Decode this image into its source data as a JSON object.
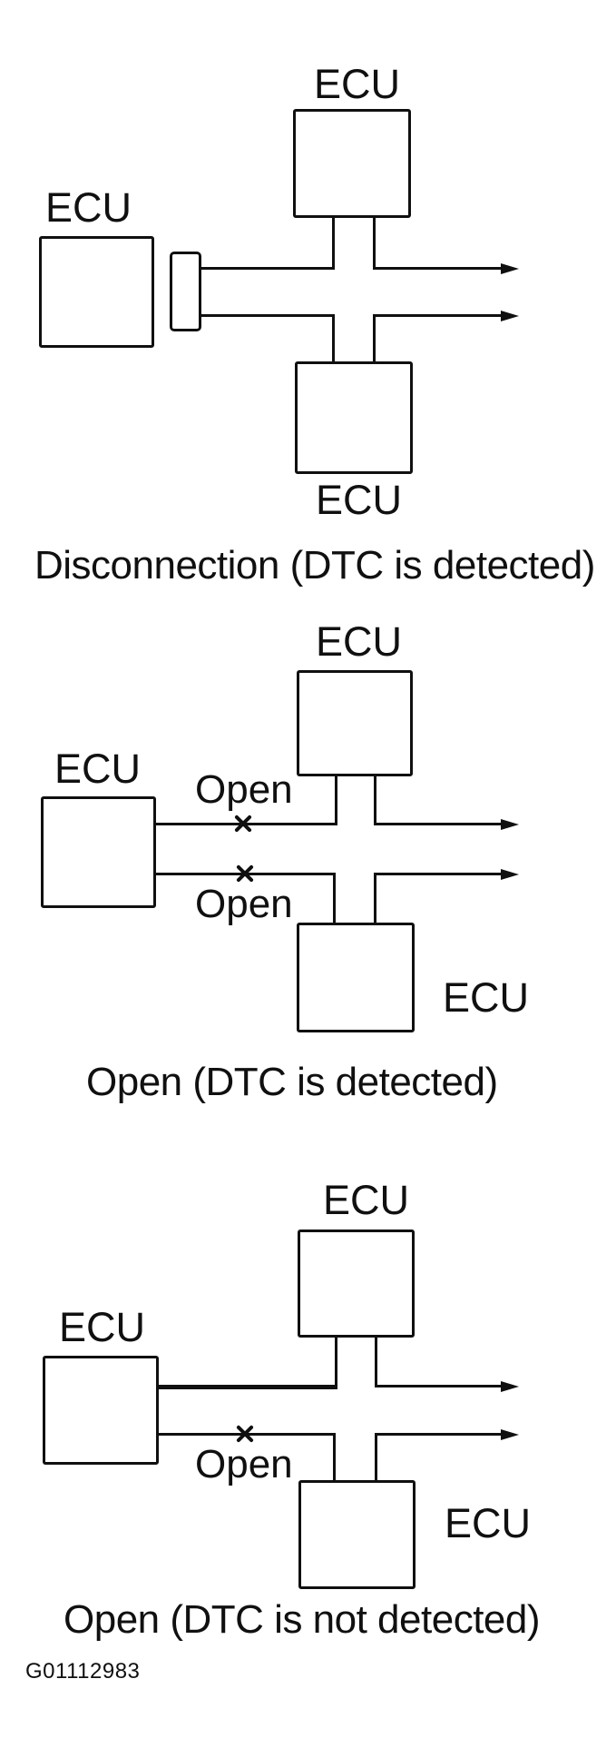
{
  "figure_code": "G01112983",
  "labels": {
    "ecu": "ECU",
    "open": "Open"
  },
  "diagrams": [
    {
      "caption": "Disconnection (DTC is detected)"
    },
    {
      "caption": "Open (DTC is detected)"
    },
    {
      "caption": "Open (DTC is not detected)"
    }
  ],
  "colors": {
    "ink": "#101010",
    "paper": "#ffffff"
  }
}
